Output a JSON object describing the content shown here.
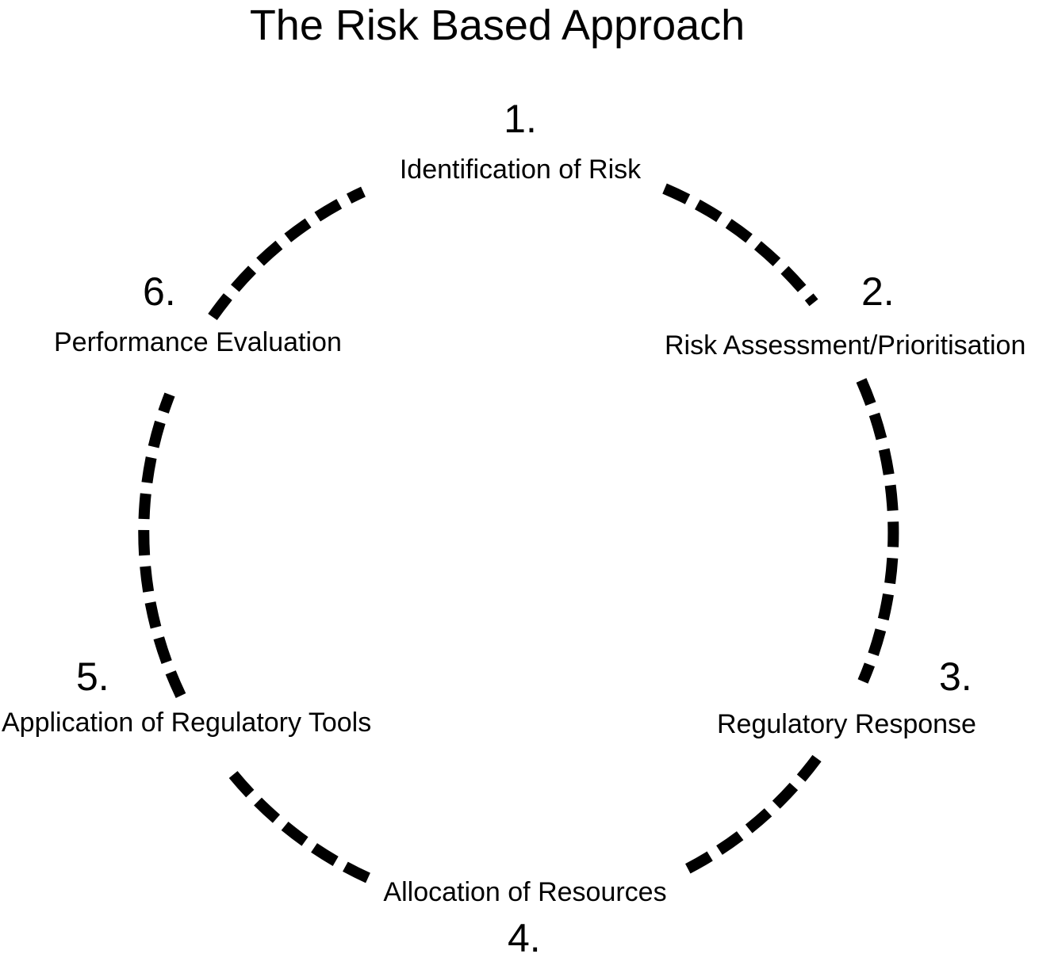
{
  "title": "The Risk Based Approach",
  "colors": {
    "background": "#ffffff",
    "ink": "#000000"
  },
  "steps": [
    {
      "number": "1.",
      "label": "Identification of Risk"
    },
    {
      "number": "2.",
      "label": "Risk Assessment/Prioritisation"
    },
    {
      "number": "3.",
      "label": "Regulatory Response"
    },
    {
      "number": "4.",
      "label": "Allocation of Resources"
    },
    {
      "number": "5.",
      "label": "Application of Regulatory Tools"
    },
    {
      "number": "6.",
      "label": "Performance Evaluation"
    }
  ]
}
